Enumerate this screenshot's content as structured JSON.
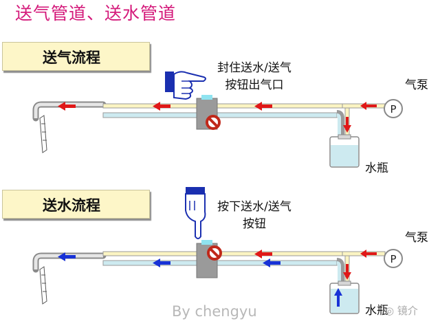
{
  "page_title": "送气管道、送水管道",
  "sections": [
    {
      "heading": "送气流程",
      "valve_caption": [
        "封住送水/送气",
        "按钮出气口"
      ],
      "pump_label": "气泵",
      "bottle_label": "水瓶"
    },
    {
      "heading": "送水流程",
      "valve_caption": [
        "按下送水/送气",
        "按钮"
      ],
      "pump_label": "气泵",
      "bottle_label": "水瓶"
    }
  ],
  "pump_symbol": "P",
  "watermark": "By chengyu",
  "brand": "镜介",
  "colors": {
    "title": "#d4197a",
    "air_arrow": "#e01818",
    "water_arrow": "#1832d6",
    "water": "#cdeaf0",
    "tube_edge": "#8a8a8a",
    "label_bg": "#fdf6c8"
  },
  "icons": [
    "pointing-hand-icon",
    "pressing-finger-icon",
    "no-symbol-icon",
    "pump-icon",
    "wechat-icon"
  ]
}
